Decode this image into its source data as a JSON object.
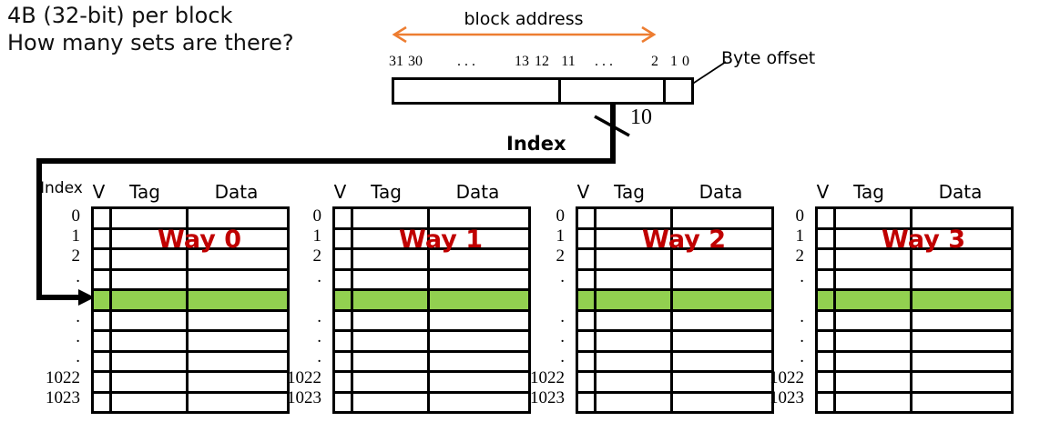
{
  "question": {
    "line1": "4B (32-bit) per block",
    "line2": "How many sets are there?"
  },
  "address": {
    "arrow_label": "block address",
    "bit_labels": [
      "31",
      "30",
      ". . .",
      "13",
      "12",
      "11",
      ". . .",
      "2",
      "1",
      "0"
    ],
    "byte_offset_label": "Byte offset",
    "bus_width": "10",
    "index_label": "Index"
  },
  "cache": {
    "index_header": "Index",
    "columns": [
      "V",
      "Tag",
      "Data"
    ],
    "row_labels": [
      "0",
      "1",
      "2",
      ".",
      "",
      ".",
      ".",
      ".",
      "1022",
      "1023"
    ],
    "highlighted_row_index": 4,
    "ways": [
      {
        "label": "Way 0"
      },
      {
        "label": "Way 1"
      },
      {
        "label": "Way 2"
      },
      {
        "label": "Way 3"
      }
    ]
  },
  "colors": {
    "arrow_orange": "#ED7D31",
    "highlight_green": "#92D050",
    "way_label_red": "#C00000"
  }
}
